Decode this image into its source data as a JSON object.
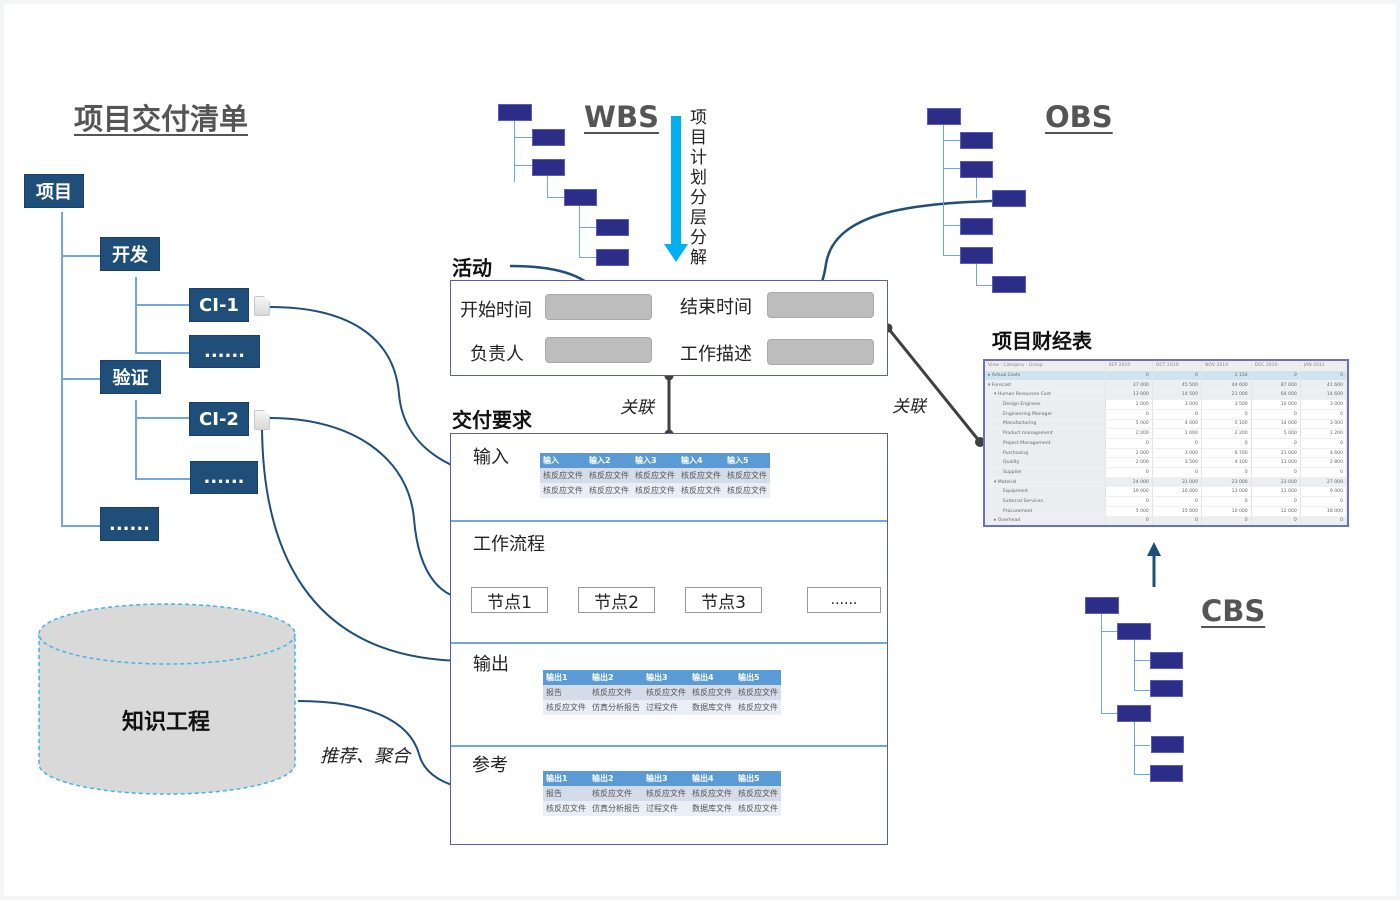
{
  "deliverables": {
    "title": "项目交付清单",
    "root": "项目",
    "dev": "开发",
    "ci1": "CI-1",
    "dev_more": "......",
    "verify": "验证",
    "ci2": "CI-2",
    "verify_more": "......",
    "root_more": "......"
  },
  "wbs": {
    "title": "WBS",
    "arrow_label": "项目计划分层分解"
  },
  "obs": {
    "title": "OBS"
  },
  "cbs": {
    "title": "CBS"
  },
  "activity": {
    "heading": "活动",
    "start_label": "开始时间",
    "end_label": "结束时间",
    "owner_label": "负责人",
    "desc_label": "工作描述"
  },
  "links": {
    "assoc_left": "关联",
    "assoc_right": "关联",
    "recommend": "推荐、聚合"
  },
  "requirements": {
    "heading": "交付要求",
    "input": {
      "title": "输入",
      "headers": [
        "输入",
        "输入2",
        "输入3",
        "输入4",
        "输入5"
      ],
      "rows": [
        [
          "核反应文件",
          "核反应文件",
          "核反应文件",
          "核反应文件",
          "核反应文件"
        ],
        [
          "核反应文件",
          "核反应文件",
          "核反应文件",
          "核反应文件",
          "核反应文件"
        ]
      ]
    },
    "workflow": {
      "title": "工作流程",
      "nodes": [
        "节点1",
        "节点2",
        "节点3",
        "......"
      ]
    },
    "output": {
      "title": "输出",
      "headers": [
        "输出1",
        "输出2",
        "输出3",
        "输出4",
        "输出5"
      ],
      "rows": [
        [
          "报告",
          "核反应文件",
          "核反应文件",
          "核反应文件",
          "核反应文件"
        ],
        [
          "核反应文件",
          "仿真分析报告",
          "过程文件",
          "数据库文件",
          "核反应文件"
        ]
      ]
    },
    "reference": {
      "title": "参考",
      "headers": [
        "输出1",
        "输出2",
        "输出3",
        "输出4",
        "输出5"
      ],
      "rows": [
        [
          "报告",
          "核反应文件",
          "核反应文件",
          "核反应文件",
          "核反应文件"
        ],
        [
          "核反应文件",
          "仿真分析报告",
          "过程文件",
          "数据库文件",
          "核反应文件"
        ]
      ]
    }
  },
  "knowledge": {
    "label": "知识工程"
  },
  "finance": {
    "heading": "项目财经表",
    "columns": [
      "View : Category : Group",
      "SEP 2010",
      "OCT 2010",
      "NOV 2010",
      "DEC 2010",
      "JAN 2011"
    ],
    "rows": [
      {
        "name": "▸ Actual Costs",
        "level": 0,
        "type": "sel",
        "values": [
          "0",
          "0",
          "1 154",
          "0",
          "0"
        ]
      },
      {
        "name": "▾ Forecast",
        "level": 0,
        "type": "grp",
        "values": [
          "37 000",
          "45 500",
          "44 600",
          "87 000",
          "41 600"
        ]
      },
      {
        "name": "▾ Human Resources Cost",
        "level": 1,
        "type": "grp",
        "values": [
          "13 000",
          "14 500",
          "21 000",
          "64 000",
          "14 600"
        ]
      },
      {
        "name": "Design Engineer",
        "level": 2,
        "type": "row",
        "values": [
          "2 000",
          "3 000",
          "3 500",
          "10 000",
          "3 000"
        ]
      },
      {
        "name": "Engineering Manager",
        "level": 2,
        "type": "row",
        "values": [
          "0",
          "0",
          "0",
          "0",
          "0"
        ]
      },
      {
        "name": "Manufacturing",
        "level": 2,
        "type": "row",
        "values": [
          "5 000",
          "4 000",
          "5 100",
          "14 000",
          "3 000"
        ]
      },
      {
        "name": "Product management",
        "level": 2,
        "type": "row",
        "values": [
          "2 000",
          "1 000",
          "2 200",
          "5 000",
          "1 200"
        ]
      },
      {
        "name": "Project Management",
        "level": 2,
        "type": "row",
        "values": [
          "0",
          "0",
          "0",
          "0",
          "0"
        ]
      },
      {
        "name": "Purchasing",
        "level": 2,
        "type": "row",
        "values": [
          "2 000",
          "3 000",
          "6 700",
          "21 000",
          "4 600"
        ]
      },
      {
        "name": "Quality",
        "level": 2,
        "type": "row",
        "values": [
          "2 000",
          "3 500",
          "4 100",
          "13 000",
          "2 800"
        ]
      },
      {
        "name": "Supplier",
        "level": 2,
        "type": "row",
        "values": [
          "0",
          "0",
          "0",
          "0",
          "0"
        ]
      },
      {
        "name": "▾ Material",
        "level": 1,
        "type": "grp",
        "values": [
          "24 000",
          "31 000",
          "23 000",
          "23 000",
          "27 000"
        ]
      },
      {
        "name": "Equipment",
        "level": 2,
        "type": "row",
        "values": [
          "19 000",
          "16 000",
          "13 000",
          "11 000",
          "9 000"
        ]
      },
      {
        "name": "External Services",
        "level": 2,
        "type": "row",
        "values": [
          "0",
          "0",
          "0",
          "0",
          "0"
        ]
      },
      {
        "name": "Procurement",
        "level": 2,
        "type": "row",
        "values": [
          "5 000",
          "15 000",
          "10 000",
          "12 000",
          "18 000"
        ]
      },
      {
        "name": "▸ Overhead",
        "level": 1,
        "type": "grp",
        "values": [
          "0",
          "0",
          "0",
          "0",
          "0"
        ]
      }
    ]
  },
  "colors": {
    "dark_blue_box": "#1f4e79",
    "navy_node": "#2b2d86",
    "tree_line": "#6fa8dc",
    "connector": "#1f4e79",
    "arrow_cyan": "#00b0f0",
    "frame": "#5c5fa8"
  }
}
